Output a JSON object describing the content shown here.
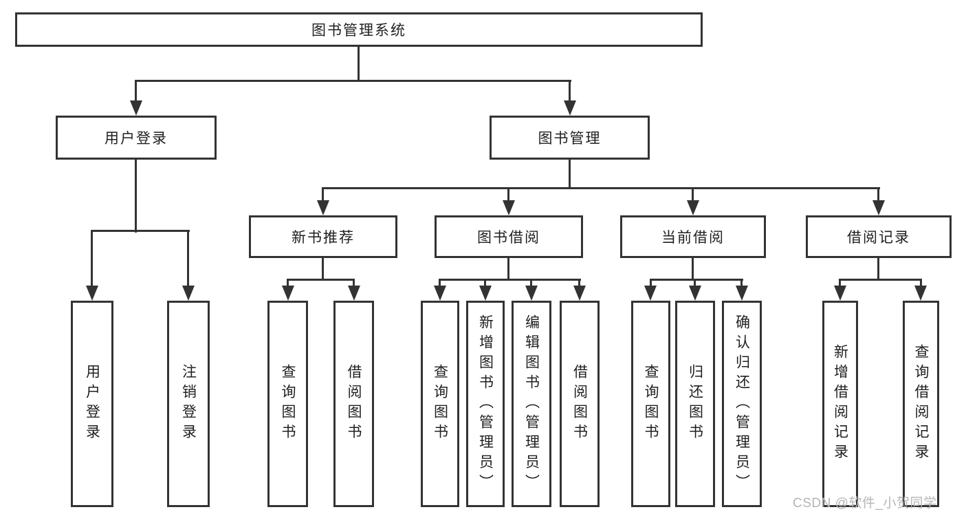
{
  "tree": {
    "root": "图书管理系统",
    "l2": [
      {
        "label": "用户登录",
        "children": [
          "用户登录",
          "注销登录"
        ]
      },
      {
        "label": "图书管理"
      }
    ],
    "l3": [
      {
        "label": "新书推荐",
        "children": [
          "查询图书",
          "借阅图书"
        ]
      },
      {
        "label": "图书借阅",
        "children": [
          "查询图书",
          "新增图书（管理员）",
          "编辑图书（管理员）",
          "借阅图书"
        ]
      },
      {
        "label": "当前借阅",
        "children": [
          "查询图书",
          "归还图书",
          "确认归还（管理员）"
        ]
      },
      {
        "label": "借阅记录",
        "children": [
          "新增借阅记录",
          "查询借阅记录"
        ]
      }
    ]
  },
  "watermark": "CSDN @软件_小贺同学",
  "colors": {
    "line": "#333333",
    "box_border": "#333333",
    "text": "#1f1f1f",
    "watermark": "#b5b5b5",
    "background": "#ffffff"
  }
}
